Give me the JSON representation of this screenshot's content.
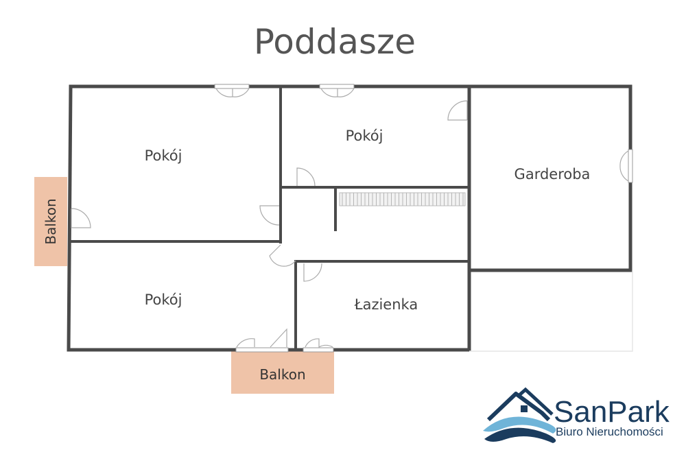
{
  "title": "Poddasze",
  "rooms": {
    "room_top_left": "Pokój",
    "room_top_middle": "Pokój",
    "wardrobe": "Garderoba",
    "room_bottom_left": "Pokój",
    "bathroom": "Łazienka"
  },
  "balconies": {
    "left": "Balkon",
    "bottom": "Balkon"
  },
  "logo": {
    "name": "SanPark",
    "subtitle": "Biuro Nieruchomości"
  },
  "colors": {
    "wall": "#4a4a4a",
    "balcony": "#efc3a8",
    "logo_dark": "#1b3c5e",
    "logo_light": "#6fb4d8",
    "title": "#555555"
  }
}
